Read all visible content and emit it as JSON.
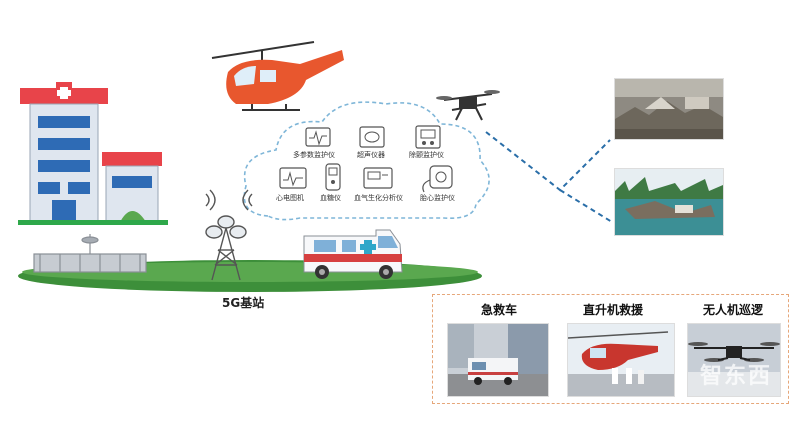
{
  "devices": [
    {
      "label": "多参数监护仪",
      "icon": "multiparameter-monitor-icon"
    },
    {
      "label": "超声仪器",
      "icon": "ultrasound-icon"
    },
    {
      "label": "除颤监护仪",
      "icon": "defibrillator-icon"
    },
    {
      "label": "心电图机",
      "icon": "ecg-machine-icon"
    },
    {
      "label": "血糖仪",
      "icon": "glucometer-icon"
    },
    {
      "label": "血气生化分析仪",
      "icon": "blood-gas-analyzer-icon"
    },
    {
      "label": "胎心监护仪",
      "icon": "fetal-monitor-icon"
    }
  ],
  "base_station_label": "5G基站",
  "scenarios": [
    {
      "title": "急救车",
      "image": "ambulance-street-photo"
    },
    {
      "title": "直升机救援",
      "image": "helicopter-rescue-photo"
    },
    {
      "title": "无人机巡逻",
      "image": "drone-patrol-photo"
    }
  ],
  "watermark": "智东西",
  "colors": {
    "hospital_red": "#e8444a",
    "helicopter_orange": "#e8572e",
    "cloud_dashed": "#7fb6d8",
    "ground_green": "#3d8f3a",
    "link_blue": "#2a6ea8",
    "panel_border": "#e6a77a"
  }
}
